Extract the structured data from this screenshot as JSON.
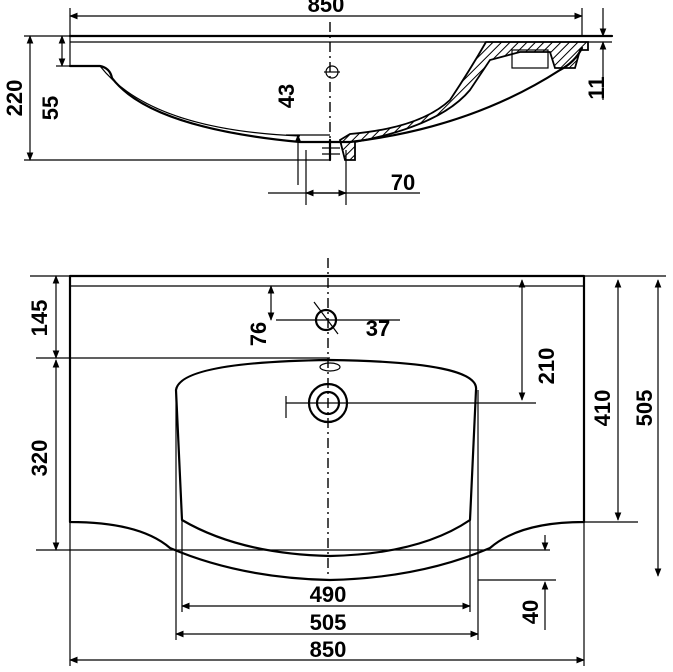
{
  "side_view": {
    "overall_width": "850",
    "total_height": "220",
    "rim_height": "55",
    "bowl_depth": "43",
    "drain_width": "70",
    "rim_thickness": "11"
  },
  "top_view": {
    "back_margin": "145",
    "tap_hole_offset": "76",
    "tap_hole_diameter": "37",
    "drain_from_back": "210",
    "front_depth": "410",
    "overall_depth": "505",
    "bowl_length": "320",
    "bowl_inner_width": "490",
    "bowl_outer_width": "505",
    "overall_width": "850",
    "front_lip": "40"
  }
}
